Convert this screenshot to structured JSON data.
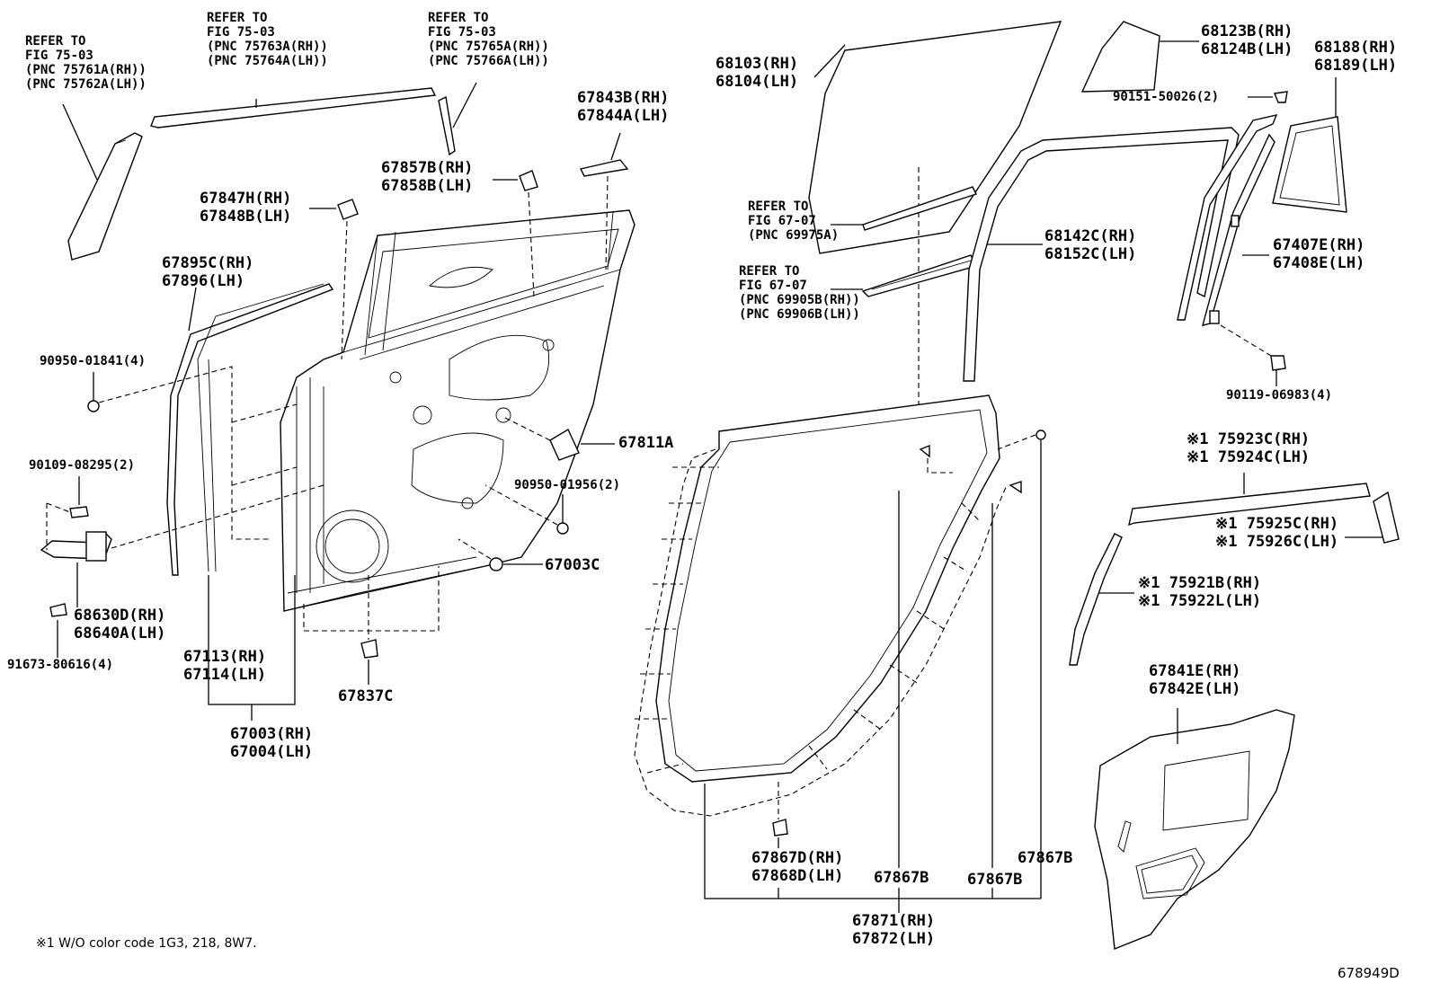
{
  "refs": {
    "ref_a": {
      "line1": "REFER TO",
      "line2": "FIG 75-03",
      "line3": "(PNC 75761A(RH))",
      "line4": "(PNC 75762A(LH))"
    },
    "ref_b": {
      "line1": "REFER TO",
      "line2": "FIG 75-03",
      "line3": "(PNC 75763A(RH))",
      "line4": "(PNC 75764A(LH))"
    },
    "ref_c": {
      "line1": "REFER TO",
      "line2": "FIG 75-03",
      "line3": "(PNC 75765A(RH))",
      "line4": "(PNC 75766A(LH))"
    },
    "ref_d": {
      "line1": "REFER TO",
      "line2": "FIG 67-07",
      "line3": "(PNC 69975A)"
    },
    "ref_e": {
      "line1": "REFER TO",
      "line2": "FIG 67-07",
      "line3": "(PNC 69905B(RH))",
      "line4": "(PNC 69906B(LH))"
    }
  },
  "parts": {
    "p67843": {
      "rh": "67843B(RH)",
      "lh": "67844A(LH)"
    },
    "p67857": {
      "rh": "67857B(RH)",
      "lh": "67858B(LH)"
    },
    "p67847": {
      "rh": "67847H(RH)",
      "lh": "67848B(LH)"
    },
    "p67895": {
      "rh": "67895C(RH)",
      "lh": "67896(LH)"
    },
    "p90950a": "90950-01841(4)",
    "p90109": "90109-08295(2)",
    "p68630": {
      "rh": "68630D(RH)",
      "lh": "68640A(LH)"
    },
    "p91673": "91673-80616(4)",
    "p67113": {
      "rh": "67113(RH)",
      "lh": "67114(LH)"
    },
    "p67003rl": {
      "rh": "67003(RH)",
      "lh": "67004(LH)"
    },
    "p67837": "67837C",
    "p67003c": "67003C",
    "p90950b": "90950-01956(2)",
    "p67811": "67811A",
    "p68103": {
      "rh": "68103(RH)",
      "lh": "68104(LH)"
    },
    "p68123": {
      "rh": "68123B(RH)",
      "lh": "68124B(LH)"
    },
    "p68188": {
      "rh": "68188(RH)",
      "lh": "68189(LH)"
    },
    "p90151": "90151-50026(2)",
    "p68142": {
      "rh": "68142C(RH)",
      "lh": "68152C(LH)"
    },
    "p67407": {
      "rh": "67407E(RH)",
      "lh": "67408E(LH)"
    },
    "p90119": "90119-06983(4)",
    "p75923": {
      "rh": "※1 75923C(RH)",
      "lh": "※1 75924C(LH)"
    },
    "p75925": {
      "rh": "※1 75925C(RH)",
      "lh": "※1 75926C(LH)"
    },
    "p75921": {
      "rh": "※1 75921B(RH)",
      "lh": "※1 75922L(LH)"
    },
    "p67841": {
      "rh": "67841E(RH)",
      "lh": "67842E(LH)"
    },
    "p67867d": {
      "rh": "67867D(RH)",
      "lh": "67868D(LH)"
    },
    "p67867b1": "67867B",
    "p67867b2": "67867B",
    "p67867b3": "67867B",
    "p67871": {
      "rh": "67871(RH)",
      "lh": "67872(LH)"
    }
  },
  "footnote": "※1 W/O color code 1G3, 218, 8W7.",
  "figure_code": "678949D"
}
